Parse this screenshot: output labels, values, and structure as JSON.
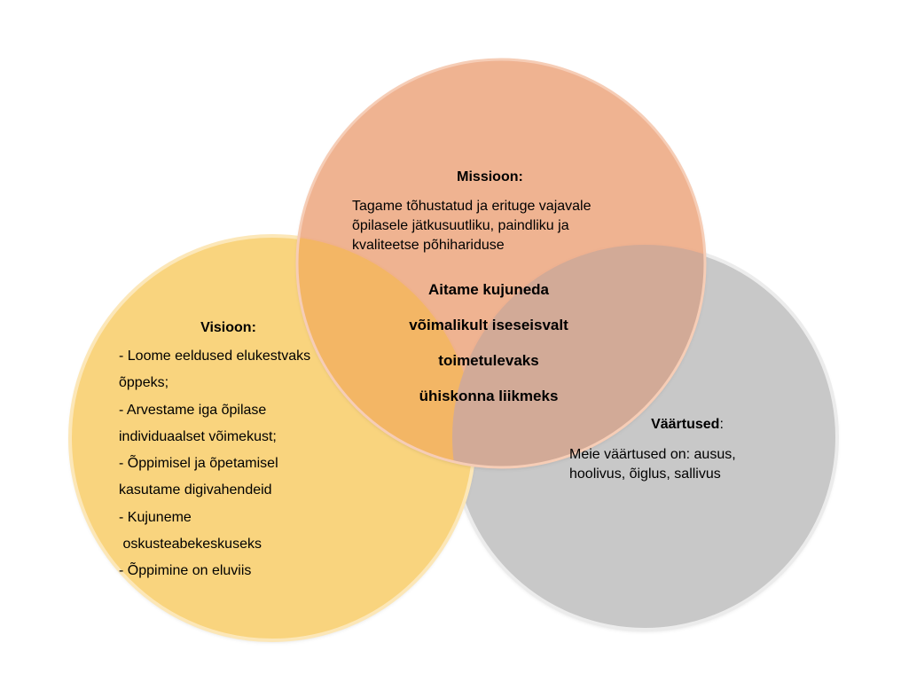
{
  "colors": {
    "mission_circle": "#EDA57F",
    "vision_circle": "#F9D178",
    "values_circle": "#C3C3C3",
    "overlap_mission_vision": "#F2B667",
    "overlap_mission_values": "#CFA896",
    "text": "#000000"
  },
  "mission": {
    "title": "Missioon:",
    "lines": [
      "Tagame tõhustatud  ja erituge vajavale",
      "õpilasele jätkusuutliku,  paindliku ja",
      "kvaliteetse põhihariduse"
    ]
  },
  "center": {
    "lines": [
      "Aitame kujuneda",
      "võimalikult iseseisvalt",
      "toimetulevaks",
      "ühiskonna liikmeks"
    ]
  },
  "vision": {
    "title": "Visioon:",
    "lines": [
      "- Loome eeldused elukestvaks",
      "õppeks;",
      "- Arvestame iga õpilase",
      "individuaalset  võimekust;",
      "- Õppimisel ja õpetamisel",
      "kasutame digivahendeid",
      "- Kujuneme",
      " oskusteabekeskuseks",
      "- Õppimine on eluviis"
    ]
  },
  "values": {
    "title": "Väärtused",
    "title_suffix": ":",
    "lines": [
      "Meie väärtused on: ausus,",
      "hoolivus, õiglus, sallivus"
    ]
  }
}
